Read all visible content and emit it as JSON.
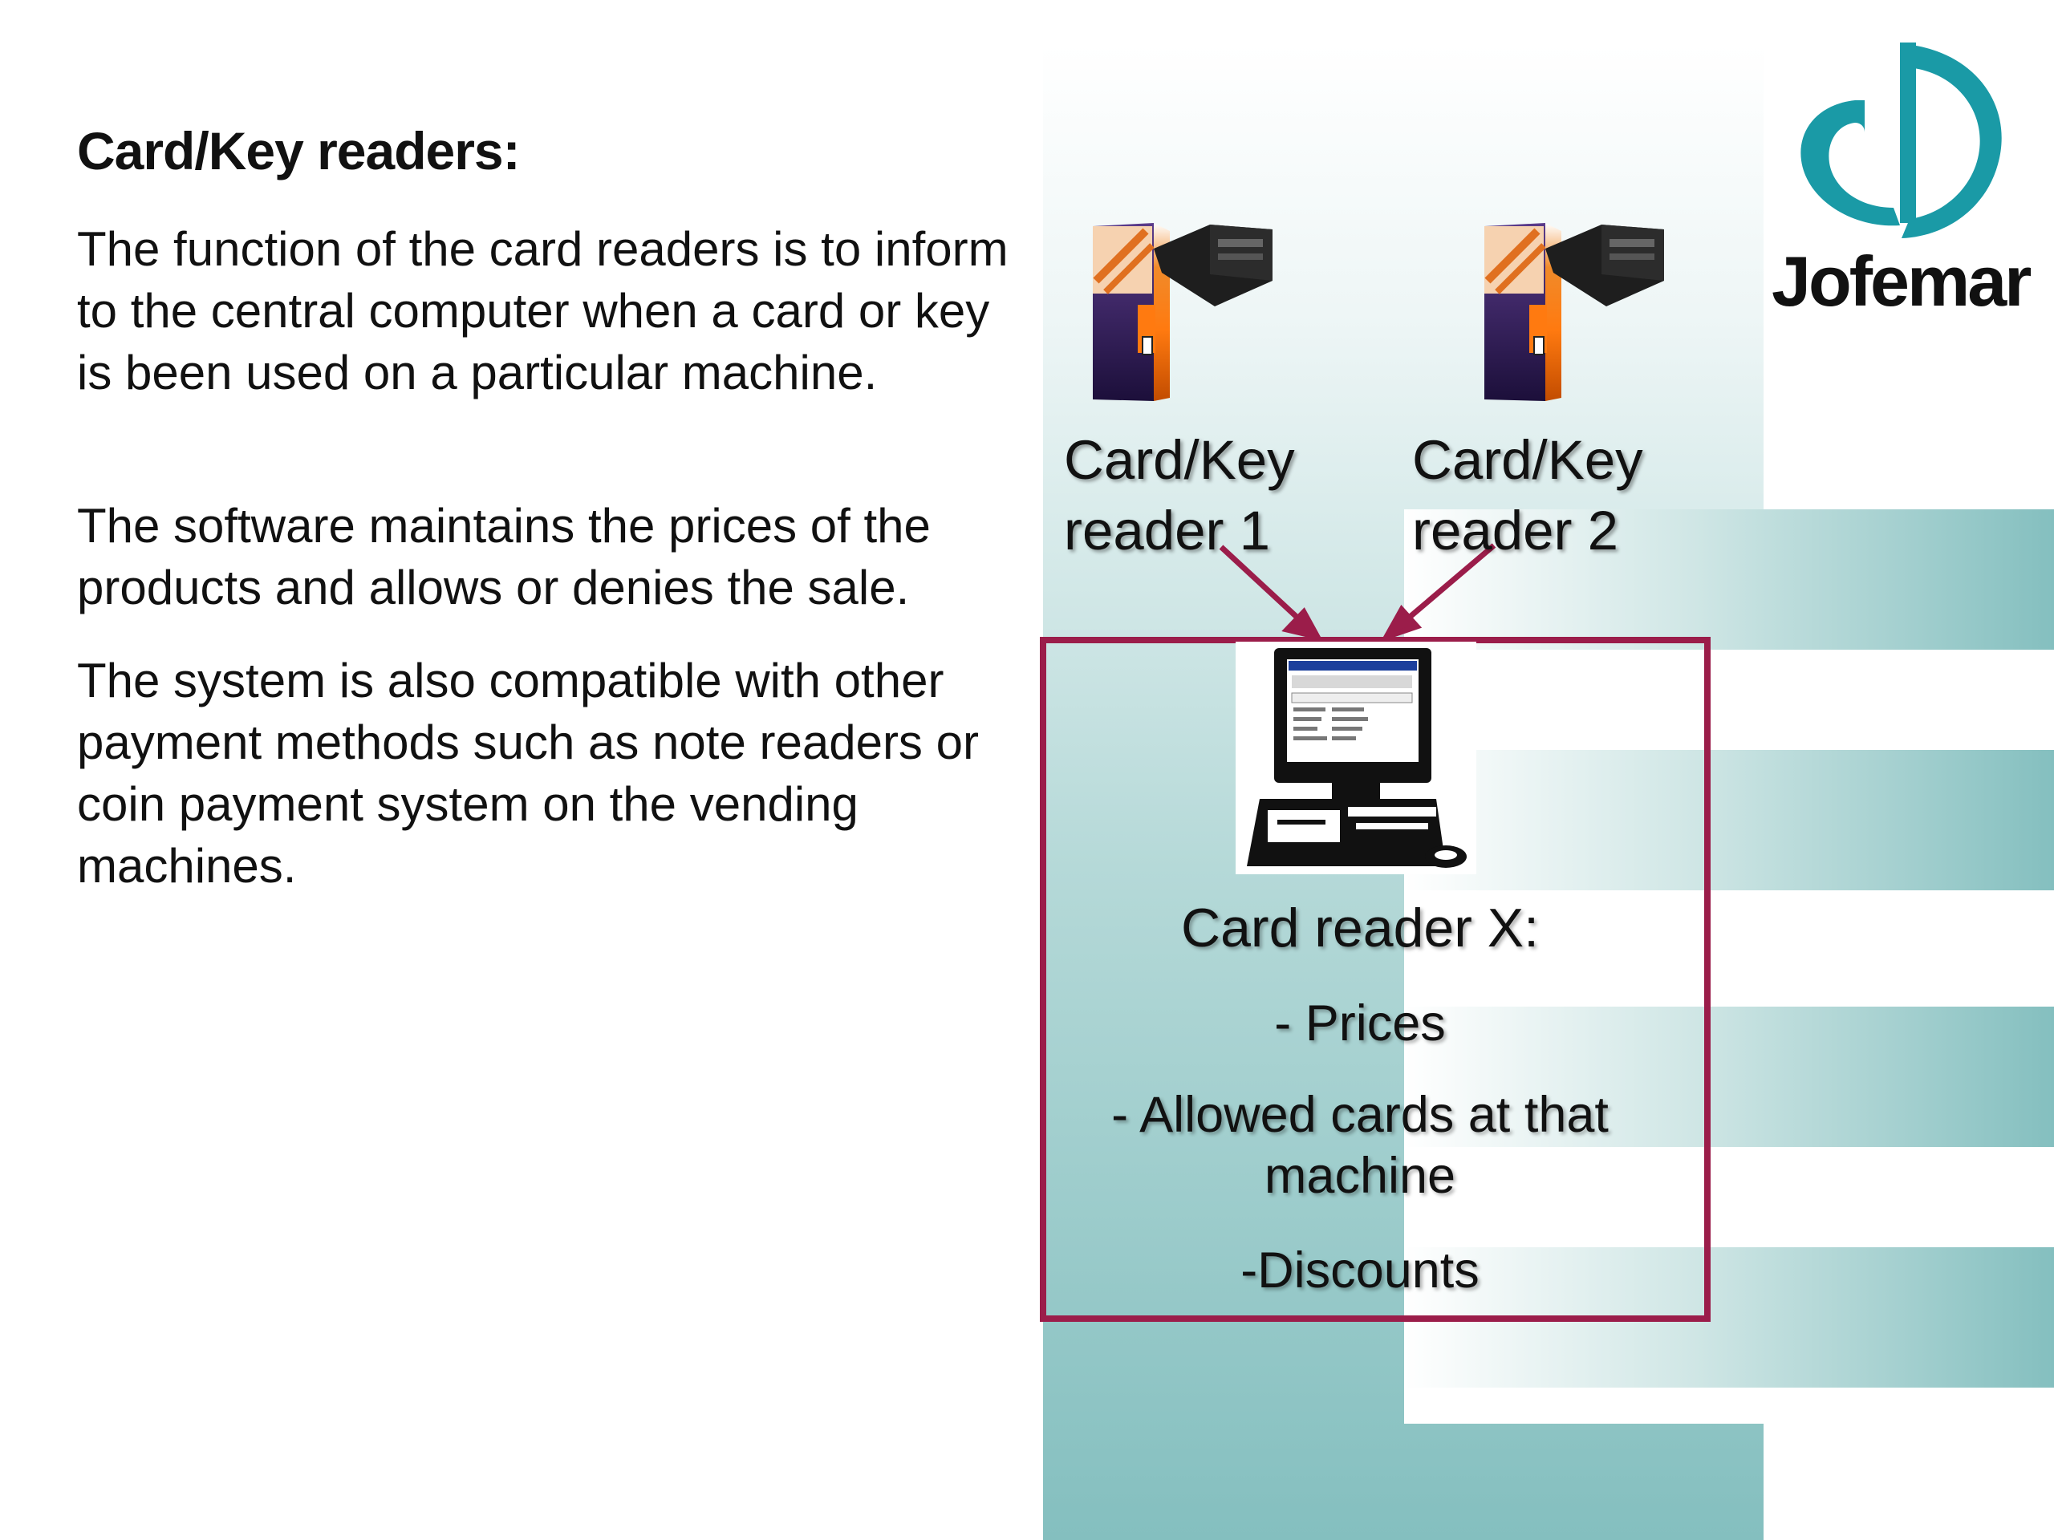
{
  "slide": {
    "heading": "Card/Key readers:",
    "paragraphs": [
      "The function of the card readers is to inform to the central computer when a card or key is been used on a particular machine.",
      "The software maintains the prices of the products and allows or denies the sale.",
      "The system is also compatible with other payment methods such as note readers or coin payment system on the vending machines."
    ]
  },
  "diagram": {
    "reader_1": {
      "line1": "Card/Key",
      "line2": "reader 1"
    },
    "reader_2": {
      "line1": "Card/Key",
      "line2": "reader 2"
    },
    "central": {
      "title": "Card reader X:",
      "items": [
        "- Prices",
        "- Allowed cards at that machine",
        "-Discounts"
      ]
    },
    "icons": [
      "vending-machine-icon",
      "vending-machine-icon",
      "computer-icon"
    ],
    "colors": {
      "box_border": "#9b1d4a",
      "arrow": "#9b1d4a",
      "teal": "#85bfbe",
      "logo_teal": "#1a9aa6"
    }
  },
  "logo": {
    "text": "Jofemar"
  }
}
